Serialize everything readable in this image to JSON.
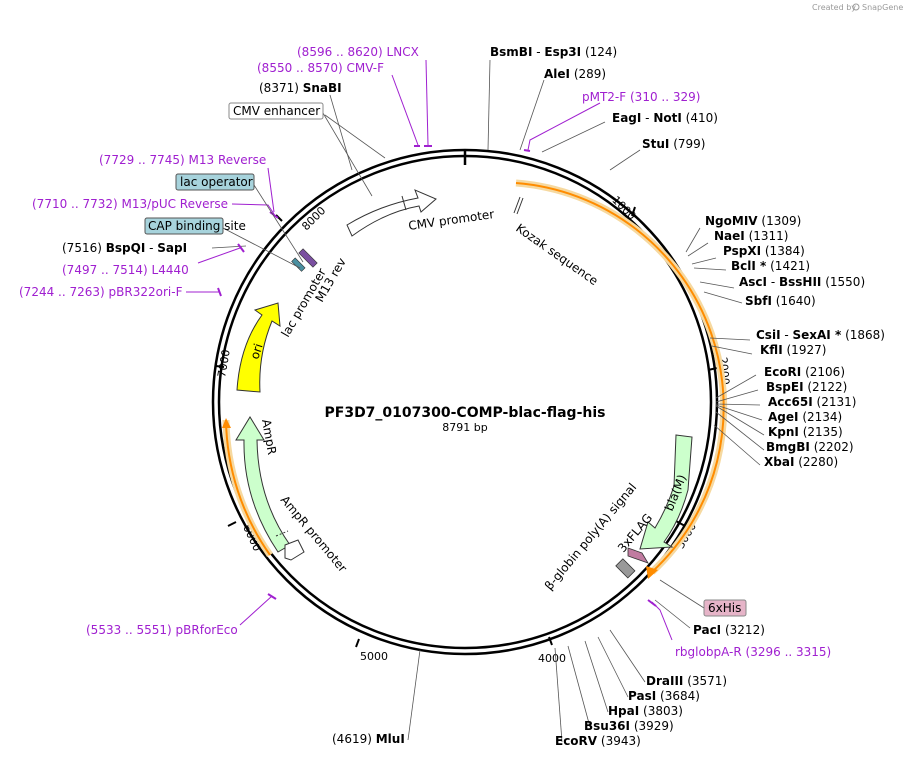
{
  "app": {
    "watermark_prefix": "Created by",
    "watermark_brand": "SnapGene"
  },
  "plasmid": {
    "name": "PF3D7_0107300-COMP-blac-flag-his",
    "size_label": "8791 bp"
  },
  "ticks": [
    "1000",
    "2000",
    "3000",
    "4000",
    "5000",
    "6000",
    "7000",
    "8000"
  ],
  "enzymes": [
    {
      "name": "BsmBI",
      "name2": "Esp3I",
      "pos": "(124)"
    },
    {
      "name": "AleI",
      "pos": "(289)"
    },
    {
      "name": "EagI",
      "name2": "NotI",
      "pos": "(410)"
    },
    {
      "name": "StuI",
      "pos": "(799)"
    },
    {
      "name": "NgoMIV",
      "pos": "(1309)"
    },
    {
      "name": "NaeI",
      "pos": "(1311)"
    },
    {
      "name": "PspXI",
      "pos": "(1384)"
    },
    {
      "name": "BclI *",
      "pos": "(1421)"
    },
    {
      "name": "AscI",
      "name2": "BssHII",
      "pos": "(1550)"
    },
    {
      "name": "SbfI",
      "pos": "(1640)"
    },
    {
      "name": "CsiI",
      "name2": "SexAI *",
      "pos": "(1868)"
    },
    {
      "name": "KflI",
      "pos": "(1927)"
    },
    {
      "name": "EcoRI",
      "pos": "(2106)"
    },
    {
      "name": "BspEI",
      "pos": "(2122)"
    },
    {
      "name": "Acc65I",
      "pos": "(2131)"
    },
    {
      "name": "AgeI",
      "pos": "(2134)"
    },
    {
      "name": "KpnI",
      "pos": "(2135)"
    },
    {
      "name": "BmgBI",
      "pos": "(2202)"
    },
    {
      "name": "XbaI",
      "pos": "(2280)"
    },
    {
      "name": "PacI",
      "pos": "(3212)"
    },
    {
      "name": "DraIII",
      "pos": "(3571)"
    },
    {
      "name": "PasI",
      "pos": "(3684)"
    },
    {
      "name": "HpaI",
      "pos": "(3803)"
    },
    {
      "name": "Bsu36I",
      "pos": "(3929)"
    },
    {
      "name": "EcoRV",
      "pos": "(3943)"
    },
    {
      "name": "MluI",
      "pos": "(4619)"
    },
    {
      "name": "BspQI",
      "name2": "SapI",
      "pos": "(7516)"
    },
    {
      "name": "SnaBI",
      "pos": "(8371)"
    }
  ],
  "primers": [
    {
      "name": "LNCX",
      "range": "(8596 .. 8620)"
    },
    {
      "name": "CMV-F",
      "range": "(8550 .. 8570)"
    },
    {
      "name": "pMT2-F",
      "range": "(310 .. 329)"
    },
    {
      "name": "M13 Reverse",
      "range": "(7729 .. 7745)"
    },
    {
      "name": "M13/pUC Reverse",
      "range": "(7710 .. 7732)"
    },
    {
      "name": "L4440",
      "range": "(7497 .. 7514)"
    },
    {
      "name": "pBR322ori-F",
      "range": "(7244 .. 7263)"
    },
    {
      "name": "pBRforEco",
      "range": "(5533 .. 5551)"
    },
    {
      "name": "rbglobpA-R",
      "range": "(3296 .. 3315)"
    }
  ],
  "boxed_features": [
    "CMV enhancer",
    "lac operator",
    "CAP binding site",
    "6xHis"
  ],
  "features": [
    "CMV promoter",
    "Kozak sequence",
    "bla(M)",
    "3xFLAG",
    "β-globin poly(A) signal",
    "AmpR",
    "AmpR promoter",
    "ori",
    "lac promoter",
    "M13 rev"
  ],
  "colors": {
    "backbone": "#000000",
    "primer": "#a020d0",
    "orf_arrow": "#ff8c00",
    "orf_halo": "#f6d9a0",
    "promoter_fill": "#ffffff",
    "amp_fill": "#ccffcc",
    "ori_fill": "#ffff00",
    "lac_box": "#a7d3dc",
    "his_box": "#e6b4c8",
    "flag_fill": "#c07ba0"
  }
}
